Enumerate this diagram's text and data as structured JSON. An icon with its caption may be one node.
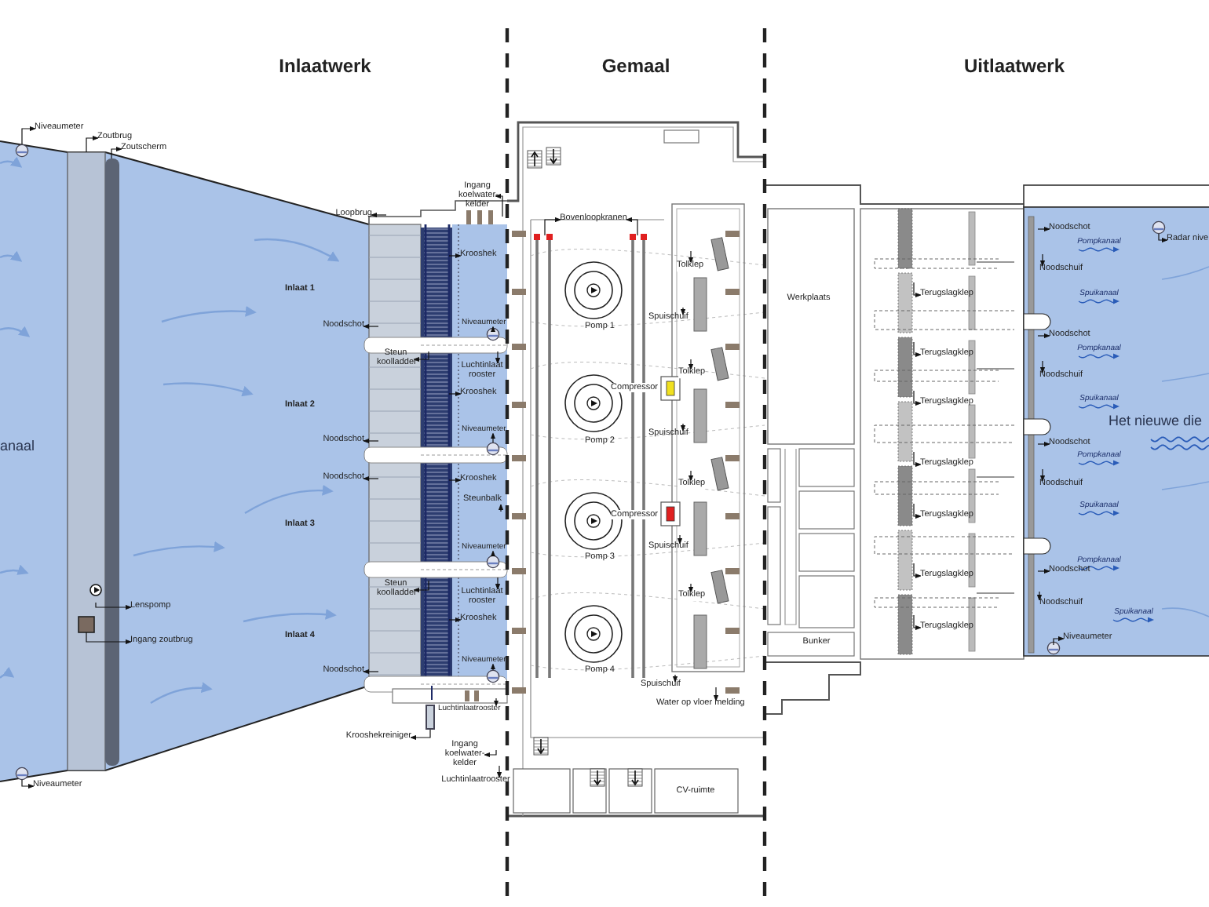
{
  "diagram": {
    "nodes": [
      {
        "text": [
          "Niveaumeter"
        ]
      },
      {
        "text": [
          "Zoutbrug"
        ]
      },
      {
        "text": [
          "Zoutscherm"
        ]
      },
      {
        "text": [
          "Loopbrug"
        ]
      },
      {
        "text": [
          "Noodschot"
        ]
      },
      {
        "text": [
          "Noodschot"
        ]
      },
      {
        "text": [
          "Noodschot"
        ]
      },
      {
        "text": [
          "Noodschot"
        ]
      },
      {
        "text": [
          "Steun koolladder"
        ]
      },
      {
        "text": [
          "Steun koolladder"
        ]
      },
      {
        "text": [
          "Lenspomp"
        ]
      },
      {
        "text": [
          "Ingang zoutbrug"
        ]
      },
      {
        "text": [
          "Niveaumeter"
        ]
      },
      {
        "text": [
          "Krooshekreiniger"
        ]
      },
      {
        "text": [
          "Ingang koelwater-kelder"
        ]
      },
      {
        "text": [
          "Krooshek"
        ]
      },
      {
        "text": [
          "Niveaumeter"
        ]
      },
      {
        "text": [
          "Luchtinlaat rooster"
        ]
      },
      {
        "text": [
          "Krooshek"
        ]
      },
      {
        "text": [
          "Niveaumeter"
        ]
      },
      {
        "text": [
          "Krooshek"
        ]
      },
      {
        "text": [
          "Steunbalk"
        ]
      },
      {
        "text": [
          "Niveaumeter"
        ]
      },
      {
        "text": [
          "Luchtinlaat rooster"
        ]
      },
      {
        "text": [
          "Krooshek"
        ]
      },
      {
        "text": [
          "Niveaumeter"
        ]
      },
      {
        "text": [
          "Luchtinlaatrooster"
        ]
      },
      {
        "text": [
          "Ingang koelwater-kelder"
        ]
      },
      {
        "text": [
          "Luchtinlaatrooster"
        ]
      },
      {
        "text": [
          "Bovenloopkranen"
        ]
      },
      {
        "text": [
          "Tolklep"
        ]
      },
      {
        "text": [
          "Spuischuif"
        ]
      },
      {
        "text": [
          "Tolklep"
        ]
      },
      {
        "text": [
          "Spuischuif"
        ]
      },
      {
        "text": [
          "Tolklep"
        ]
      },
      {
        "text": [
          "Spuischuif"
        ]
      },
      {
        "text": [
          "Tolklep"
        ]
      },
      {
        "text": [
          "Spuischuif"
        ]
      },
      {
        "text": [
          "Water op vloer melding"
        ]
      },
      {
        "text": [
          "Terugslagklep"
        ]
      },
      {
        "text": [
          "Terugslagklep"
        ]
      },
      {
        "text": [
          "Terugslagklep"
        ]
      },
      {
        "text": [
          "Terugslagklep"
        ]
      },
      {
        "text": [
          "Terugslagklep"
        ]
      },
      {
        "text": [
          "Terugslagklep"
        ]
      },
      {
        "text": [
          "Terugslagklep"
        ]
      },
      {
        "text": [
          "Noodschot"
        ]
      },
      {
        "text": [
          "Noodschot"
        ]
      },
      {
        "text": [
          "Noodschot"
        ]
      },
      {
        "text": [
          "Noodschot"
        ]
      },
      {
        "text": [
          "Noodschuif"
        ]
      },
      {
        "text": [
          "Noodschuif"
        ]
      },
      {
        "text": [
          "Noodschuif"
        ]
      },
      {
        "text": [
          "Noodschuif"
        ]
      },
      {
        "text": [
          "Radar nive"
        ]
      },
      {
        "text": [
          "Niveaumeter"
        ]
      },
      {
        "text": [],
        "shape": "box"
      }
    ],
    "edges": [
      {
        "from": null,
        "to": 0,
        "arrow": "to"
      },
      {
        "from": null,
        "to": 1,
        "arrow": "to"
      },
      {
        "from": null,
        "to": 2,
        "arrow": "to"
      },
      {
        "from": null,
        "to": 3,
        "arrow": "to"
      },
      {
        "from": null,
        "to": 4,
        "arrow": "to"
      },
      {
        "from": null,
        "to": 5,
        "arrow": "to"
      },
      {
        "from": null,
        "to": 6,
        "arrow": "to"
      },
      {
        "from": null,
        "to": 7,
        "arrow": "to"
      },
      {
        "from": null,
        "to": 8,
        "arrow": "to"
      },
      {
        "from": null,
        "to": 9,
        "arrow": "to"
      },
      {
        "from": null,
        "to": 10,
        "arrow": "to"
      },
      {
        "from": null,
        "to": 11,
        "arrow": "to"
      },
      {
        "from": null,
        "to": 12,
        "arrow": "to"
      },
      {
        "from": 56,
        "to": 13,
        "arrow": "to"
      },
      {
        "from": null,
        "to": 14,
        "arrow": "to"
      },
      {
        "from": null,
        "to": 15,
        "arrow": "to"
      },
      {
        "from": null,
        "to": 16,
        "arrow": "to"
      },
      {
        "from": null,
        "to": 17,
        "arrow": "to"
      },
      {
        "from": null,
        "to": 18,
        "arrow": "to"
      },
      {
        "from": null,
        "to": 19,
        "arrow": "to"
      },
      {
        "from": null,
        "to": 20,
        "arrow": "to"
      },
      {
        "from": null,
        "to": 21,
        "arrow": "to"
      },
      {
        "from": null,
        "to": 22,
        "arrow": "to"
      },
      {
        "from": null,
        "to": 23,
        "arrow": "to"
      },
      {
        "from": null,
        "to": 24,
        "arrow": "to"
      },
      {
        "from": null,
        "to": 25,
        "arrow": "to"
      },
      {
        "from": null,
        "to": 26,
        "arrow": "to"
      },
      {
        "from": null,
        "to": 27,
        "arrow": "to"
      },
      {
        "from": null,
        "to": 28,
        "arrow": "to"
      },
      {
        "from": null,
        "to": 29,
        "arrow": "to"
      },
      {
        "from": null,
        "to": 29,
        "arrow": "to"
      },
      {
        "from": null,
        "to": 30,
        "arrow": "to"
      },
      {
        "from": null,
        "to": 31,
        "arrow": "to"
      },
      {
        "from": null,
        "to": 32,
        "arrow": "to"
      },
      {
        "from": null,
        "to": 33,
        "arrow": "to"
      },
      {
        "from": null,
        "to": 34,
        "arrow": "to"
      },
      {
        "from": null,
        "to": 35,
        "arrow": "to"
      },
      {
        "from": null,
        "to": 36,
        "arrow": "to"
      },
      {
        "from": null,
        "to": 37,
        "arrow": "to"
      },
      {
        "from": null,
        "to": 38,
        "arrow": "to"
      },
      {
        "from": null,
        "to": 39,
        "arrow": "to"
      },
      {
        "from": null,
        "to": 40,
        "arrow": "to"
      },
      {
        "from": null,
        "to": 41,
        "arrow": "to"
      },
      {
        "from": null,
        "to": 42,
        "arrow": "to"
      },
      {
        "from": null,
        "to": 43,
        "arrow": "to"
      },
      {
        "from": null,
        "to": 44,
        "arrow": "to"
      },
      {
        "from": null,
        "to": 45,
        "arrow": "to"
      },
      {
        "from": null,
        "to": 46,
        "arrow": "to"
      },
      {
        "from": null,
        "to": 47,
        "arrow": "to"
      },
      {
        "from": null,
        "to": 48,
        "arrow": "to"
      },
      {
        "from": null,
        "to": 49,
        "arrow": "to"
      },
      {
        "from": null,
        "to": 50,
        "arrow": "to"
      },
      {
        "from": null,
        "to": 51,
        "arrow": "to"
      },
      {
        "from": null,
        "to": 52,
        "arrow": "to"
      },
      {
        "from": null,
        "to": 53,
        "arrow": "to"
      },
      {
        "from": null,
        "to": 54,
        "arrow": "to"
      },
      {
        "from": null,
        "to": 55,
        "arrow": "to"
      }
    ],
    "labels": [
      "Inlaatwerk",
      "Gemaal",
      "Uitlaatwerk",
      "anaal",
      "Inlaat 1",
      "Inlaat 2",
      "Inlaat 3",
      "Inlaat 4",
      "Pomp 1",
      "Pomp 2",
      "Pomp 3",
      "Pomp 4",
      "Compressor",
      "Compressor",
      "Werkplaats",
      "Bunker",
      "CV-ruimte",
      "Pompkanaal",
      "Spuikanaal",
      "Pompkanaal",
      "Spuikanaal",
      "Het nieuwe die",
      "Pompkanaal",
      "Spuikanaal",
      "Pompkanaal",
      "Spuikanaal"
    ]
  }
}
